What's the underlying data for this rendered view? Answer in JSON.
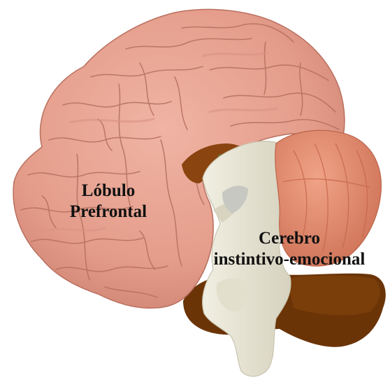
{
  "labels": {
    "prefrontal_line1": "Lóbulo",
    "prefrontal_line2": "Prefrontal",
    "instinctive_line1": "Cerebro",
    "instinctive_line2": "instintivo-emocional"
  },
  "colors": {
    "cortex": "#e7a190",
    "cortex_shadow": "#c77f6f",
    "cortex_fold": "#b8705f",
    "cerebellum": "#e28a6e",
    "brainstem": "#e9e6d6",
    "brainstem_shadow": "#cfcbb8",
    "limbic_brown": "#7a3d08",
    "limbic_dark": "#5b2c06",
    "accent_green": "#5a7a3a"
  }
}
